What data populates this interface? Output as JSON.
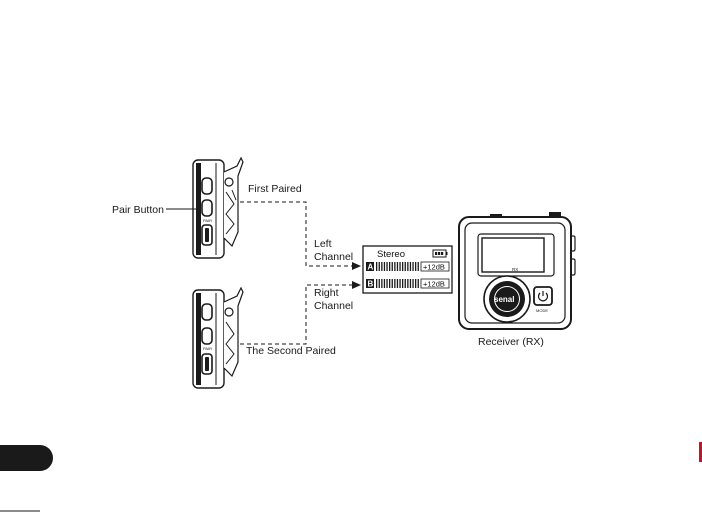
{
  "labels": {
    "pair_button": "Pair Button",
    "first_paired": "First Paired",
    "second_paired": "The Second Paired",
    "left_channel_line1": "Left",
    "left_channel_line2": "Channel",
    "right_channel_line1": "Right",
    "right_channel_line2": "Channel",
    "receiver": "Receiver (RX)"
  },
  "display": {
    "mode": "Stereo",
    "channel_a": {
      "id": "A",
      "gain": "+12dB"
    },
    "channel_b": {
      "id": "B",
      "gain": "+12dB"
    }
  },
  "receiver_device": {
    "screen_label": "RX",
    "brand": "senal",
    "mode_label": "MODE"
  },
  "colors": {
    "line": "#1a1a1a",
    "page_tab": "#1a1a1a",
    "edge_mark": "#c0162b"
  }
}
